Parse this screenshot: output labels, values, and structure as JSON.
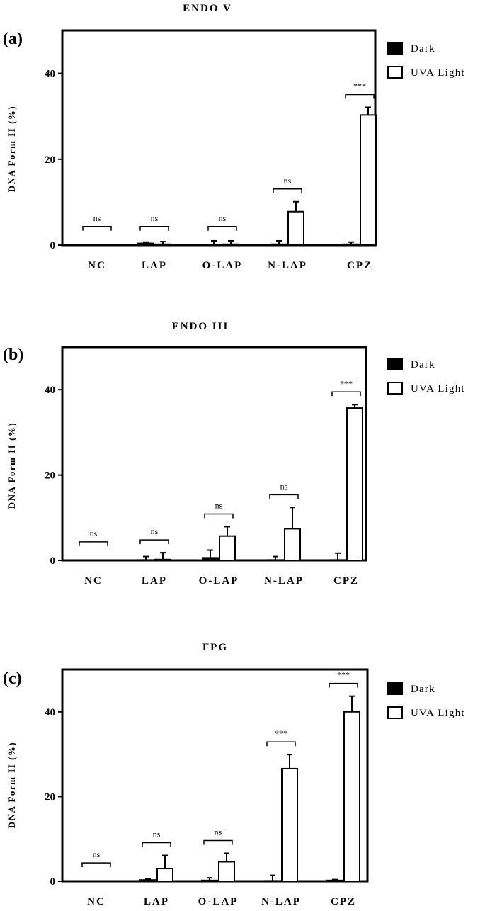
{
  "chart_data": [
    {
      "type": "bar",
      "panel_label": "(a)",
      "title": "ENDO V",
      "ylabel": "DNA Form II (%)",
      "ylim": [
        0,
        50
      ],
      "yticks": [
        0,
        20,
        40
      ],
      "categories": [
        "NC",
        "LAP",
        "O-LAP",
        "N-LAP",
        "CPZ"
      ],
      "series": [
        {
          "name": "Dark",
          "color": "#000000",
          "values": [
            0,
            0.4,
            0.1,
            0.2,
            0.2
          ],
          "errors": [
            0,
            0.3,
            0.9,
            0.8,
            0.5
          ]
        },
        {
          "name": "UVA Light",
          "color": "#ffffff",
          "values": [
            0,
            0.2,
            0.2,
            7.8,
            30.3
          ],
          "errors": [
            0,
            0.6,
            0.8,
            2.3,
            1.8
          ]
        }
      ],
      "significance": [
        "ns",
        "ns",
        "ns",
        "ns",
        "***"
      ],
      "legend": "right"
    },
    {
      "type": "bar",
      "panel_label": "(b)",
      "title": "ENDO III",
      "ylabel": "DNA Form II (%)",
      "ylim": [
        0,
        50
      ],
      "yticks": [
        0,
        20,
        40
      ],
      "categories": [
        "NC",
        "LAP",
        "O-LAP",
        "N-LAP",
        "CPZ"
      ],
      "series": [
        {
          "name": "Dark",
          "color": "#000000",
          "values": [
            0,
            0.1,
            0.6,
            0.1,
            0.1
          ],
          "errors": [
            0,
            0.8,
            1.8,
            0.8,
            1.6
          ]
        },
        {
          "name": "UVA Light",
          "color": "#ffffff",
          "values": [
            0,
            0.2,
            5.7,
            7.4,
            35.7
          ],
          "errors": [
            0,
            1.6,
            2.2,
            5.0,
            0.8
          ]
        }
      ],
      "significance": [
        "ns",
        "ns",
        "ns",
        "ns",
        "***"
      ],
      "legend": "right"
    },
    {
      "type": "bar",
      "panel_label": "(c)",
      "title": "FPG",
      "ylabel": "DNA Form II (%)",
      "ylim": [
        0,
        50
      ],
      "yticks": [
        0,
        20,
        40
      ],
      "categories": [
        "NC",
        "LAP",
        "O-LAP",
        "N-LAP",
        "CPZ"
      ],
      "series": [
        {
          "name": "Dark",
          "color": "#000000",
          "values": [
            0,
            0.3,
            0.2,
            0.1,
            0.2
          ],
          "errors": [
            0,
            0.2,
            0.6,
            1.3,
            0.2
          ]
        },
        {
          "name": "UVA Light",
          "color": "#ffffff",
          "values": [
            0,
            3.0,
            4.6,
            26.6,
            40.0
          ],
          "errors": [
            0,
            3.1,
            2.0,
            3.3,
            3.7
          ]
        }
      ],
      "significance": [
        "ns",
        "ns",
        "ns",
        "***",
        "***"
      ],
      "legend": "right"
    }
  ]
}
